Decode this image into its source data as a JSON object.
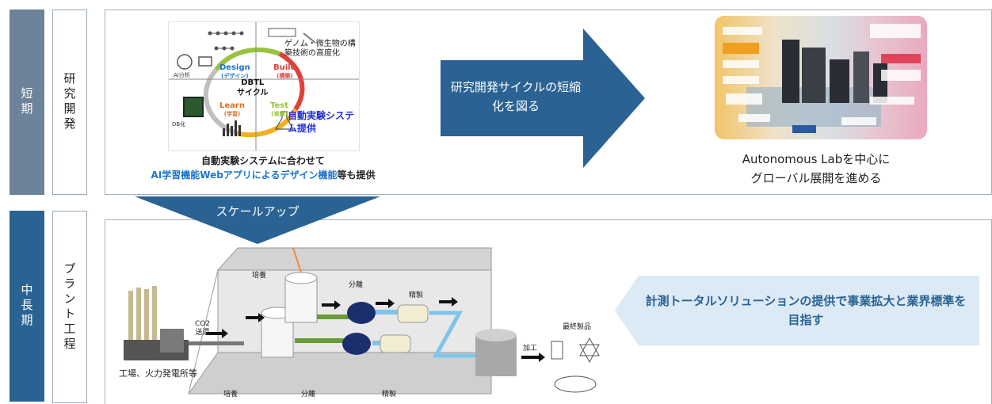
{
  "rows": {
    "short_term": {
      "period": "短期",
      "category": "研究開発"
    },
    "mid_long_term": {
      "period": "中長期",
      "category": "プラント工程"
    }
  },
  "short": {
    "dbtl": {
      "center_line1": "DBTL",
      "center_line2": "サイクル",
      "design": "Design",
      "design_jp": "(デザイン)",
      "build": "Build",
      "build_jp": "(構築)",
      "test": "Test",
      "test_jp": "(実験)",
      "learn": "Learn",
      "learn_jp": "(学習)",
      "ai_label": "AI分析",
      "db_label": "DB化",
      "genome_text": "ゲノム・微生物の構築技術の高度化",
      "auto_text": "自動実験システム提供"
    },
    "caption_line1": "自動実験システムに合わせて",
    "caption_line2_highlight": "AI学習機能Webアプリによるデザイン機能",
    "caption_line2_rest": "等も提供",
    "arrow_text": "研究開発サイクルの短縮化を図る",
    "lab_caption_line1": "Autonomous Labを中心に",
    "lab_caption_line2": "グローバル展開を進める"
  },
  "scaleup": "スケールアップ",
  "plant": {
    "factory": "工場、火力発電所等",
    "co2": "CO2",
    "co2_line2": "送還",
    "culture_top": "培養",
    "separation_top": "分離",
    "purification_top": "精製",
    "culture_bottom": "培養",
    "separation_bottom": "分離",
    "purification_bottom": "精製",
    "processing": "加工",
    "final": "最終製品",
    "callout": "計測トータルソリューションの提供で事業拡大と業界標準を目指す"
  },
  "colors": {
    "band_short": "#6d8399",
    "band_mid": "#2a6393",
    "arrow": "#2a6393",
    "callout_bg": "#dceaf6",
    "highlight": "#1d74c9"
  }
}
